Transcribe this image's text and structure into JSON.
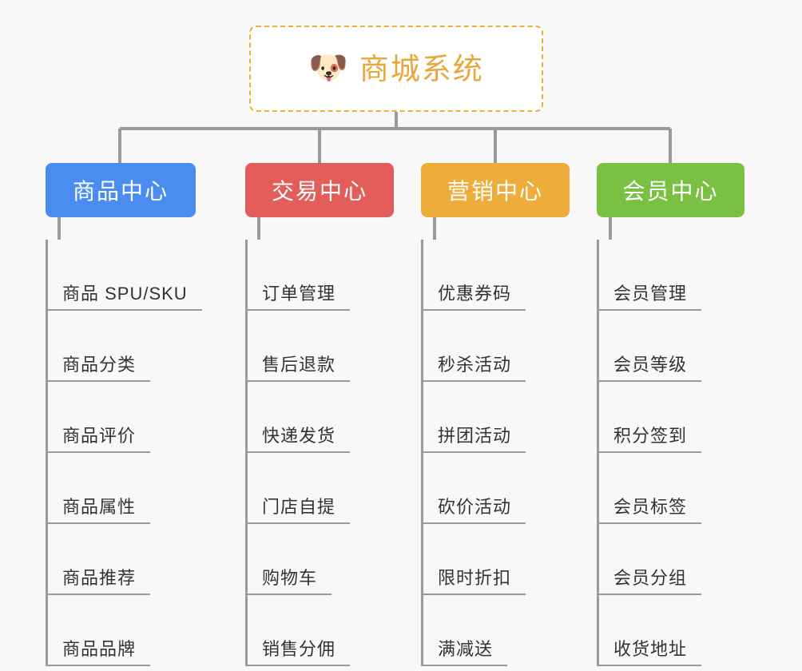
{
  "diagram": {
    "title": "商城系统",
    "type": "mind-map",
    "background_color": "#f8f8f8",
    "root": {
      "label": "商城系统",
      "icon": "dog-face-emoji",
      "emoji": "🐶",
      "text_color": "#e8a73c",
      "border_color": "#eead3a",
      "background_color": "#ffffff"
    },
    "connector_color": "#9a9a9a",
    "columns": [
      {
        "label": "商品中心",
        "color": "#4a8cf0",
        "text_color": "#ffffff",
        "items": [
          "商品 SPU/SKU",
          "商品分类",
          "商品评价",
          "商品属性",
          "商品推荐",
          "商品品牌"
        ]
      },
      {
        "label": "交易中心",
        "color": "#e35d5b",
        "text_color": "#ffffff",
        "items": [
          "订单管理",
          "售后退款",
          "快递发货",
          "门店自提",
          "购物车",
          "销售分佣"
        ]
      },
      {
        "label": "营销中心",
        "color": "#eead3a",
        "text_color": "#ffffff",
        "items": [
          "优惠券码",
          "秒杀活动",
          "拼团活动",
          "砍价活动",
          "限时折扣",
          "满减送"
        ]
      },
      {
        "label": "会员中心",
        "color": "#7ac143",
        "text_color": "#ffffff",
        "items": [
          "会员管理",
          "会员等级",
          "积分签到",
          "会员标签",
          "会员分组",
          "收货地址"
        ]
      }
    ]
  }
}
